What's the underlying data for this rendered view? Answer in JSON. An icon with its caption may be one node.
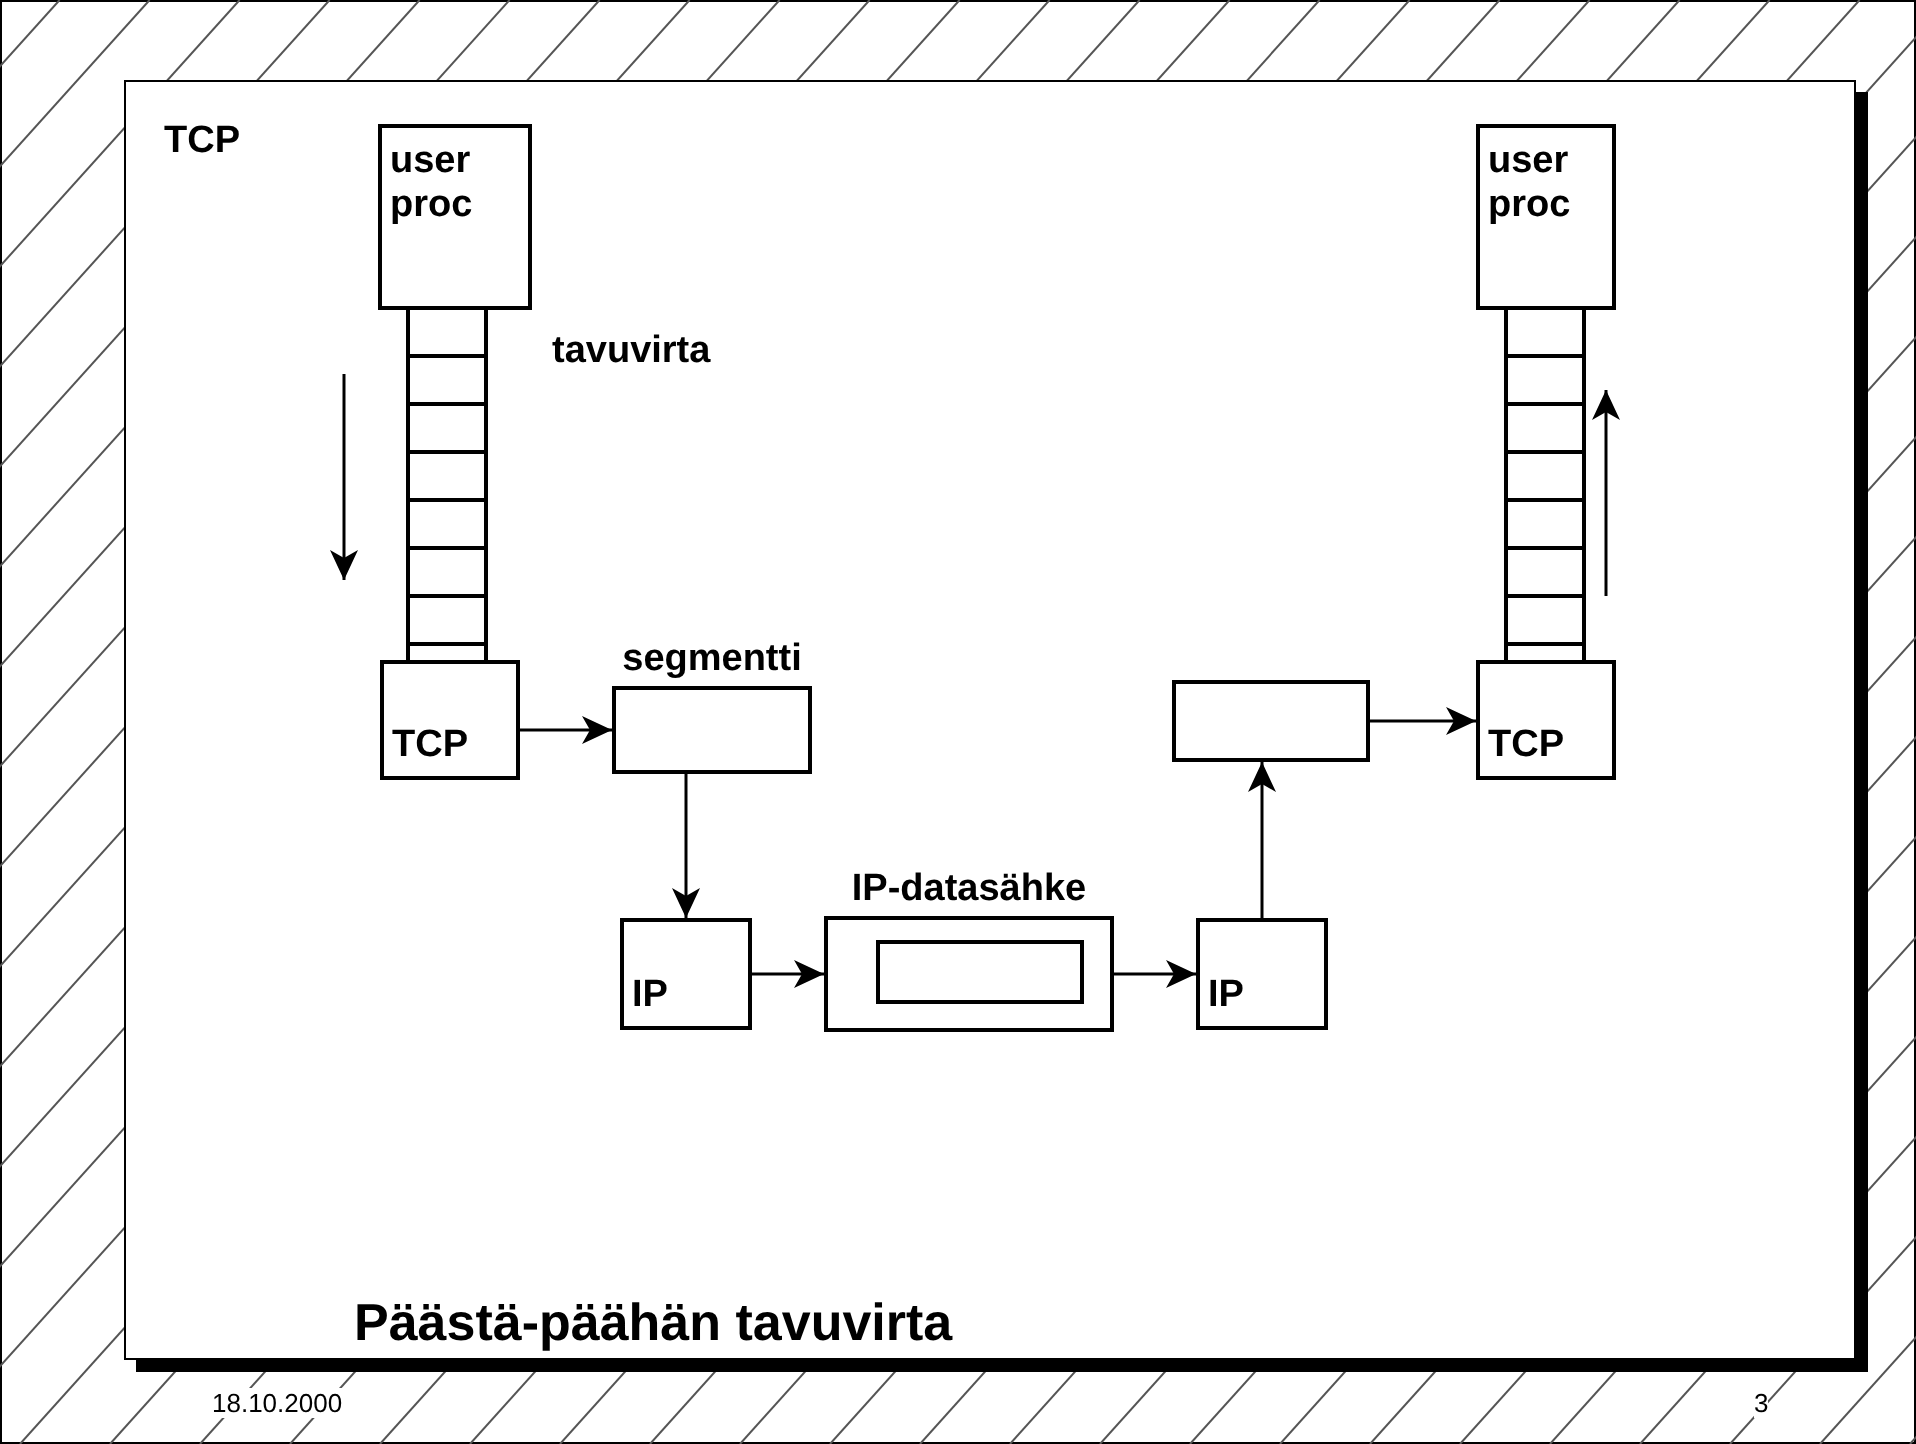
{
  "diagram": {
    "title": "Päästä-päähän tavuvirta",
    "nodes": [
      {
        "text": [
          "user proc"
        ]
      },
      {
        "text": [],
        "shape": "bar"
      },
      {
        "text": [
          "TCP"
        ]
      },
      {
        "text": [
          "segmentti"
        ]
      },
      {
        "text": [
          "IP"
        ]
      },
      {
        "text": [
          "IP-datasähke"
        ]
      },
      {
        "text": [],
        "shape": "box",
        "in": 5
      },
      {
        "text": [
          "IP"
        ]
      },
      {
        "text": [],
        "shape": "box"
      },
      {
        "text": [
          "TCP"
        ]
      },
      {
        "text": [],
        "shape": "bar"
      },
      {
        "text": [
          "user proc"
        ]
      }
    ],
    "edges": [
      {
        "from": 2,
        "to": 3,
        "arrow": "to"
      },
      {
        "from": 3,
        "to": 4,
        "arrow": "to"
      },
      {
        "from": 4,
        "to": 5,
        "arrow": "to"
      },
      {
        "from": 5,
        "to": 7,
        "arrow": "to"
      },
      {
        "from": 7,
        "to": 8,
        "arrow": "to"
      },
      {
        "from": 8,
        "to": 9,
        "arrow": "to"
      }
    ],
    "labels": [
      "TCP",
      "tavuvirta",
      "18.10.2000",
      "3"
    ]
  }
}
